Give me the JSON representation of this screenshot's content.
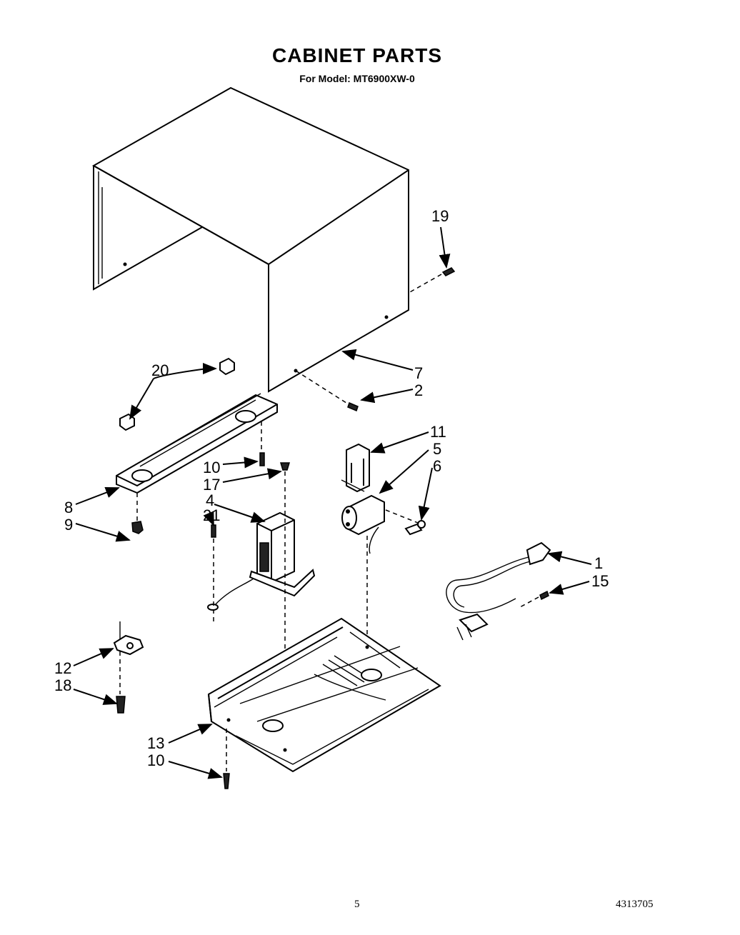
{
  "header": {
    "title": "CABINET PARTS",
    "subtitle": "For Model: MT6900XW-0"
  },
  "callouts": {
    "p1": "1",
    "p2": "2",
    "p4": "4",
    "p5": "5",
    "p6": "6",
    "p7": "7",
    "p8": "8",
    "p9": "9",
    "p10a": "10",
    "p10b": "10",
    "p11": "11",
    "p12": "12",
    "p13": "13",
    "p15": "15",
    "p17": "17",
    "p18": "18",
    "p19": "19",
    "p20": "20",
    "p21": "21"
  },
  "footer": {
    "page_number": "5",
    "doc_number": "4313705"
  }
}
